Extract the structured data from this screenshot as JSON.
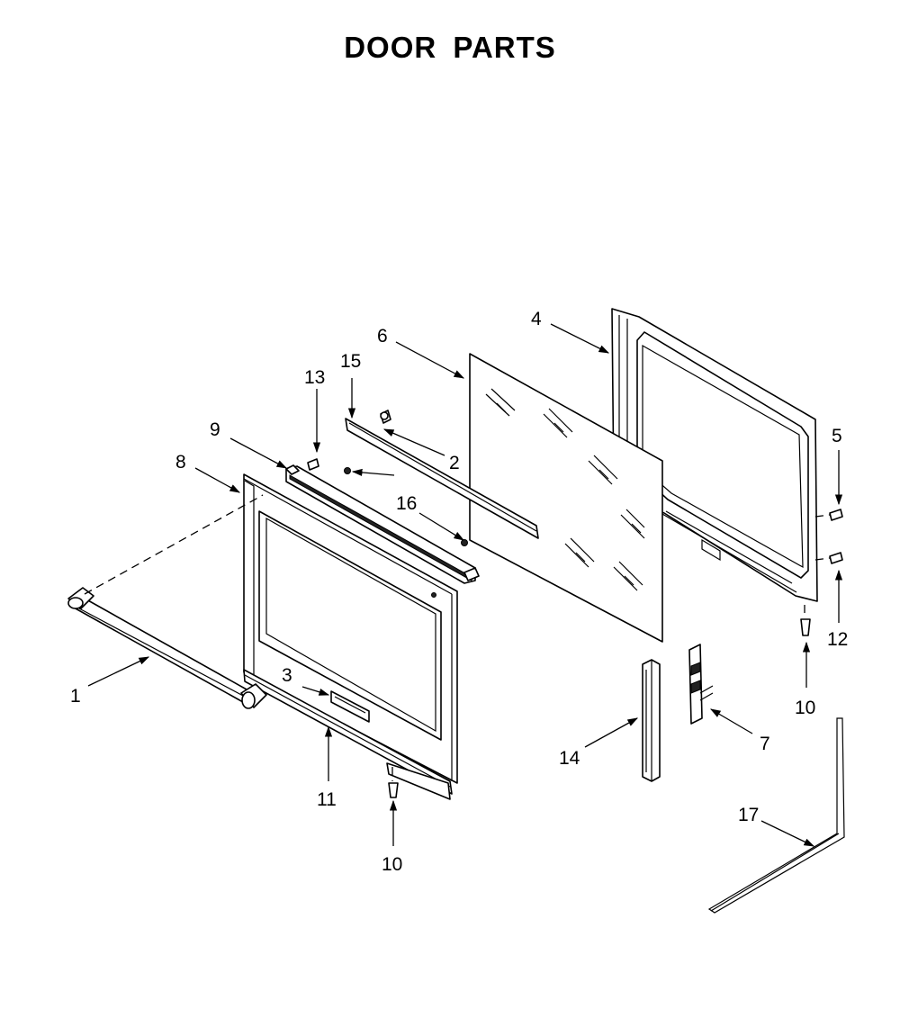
{
  "title": "DOOR PARTS",
  "callouts": {
    "c1": "1",
    "c2": "2",
    "c3": "3",
    "c4": "4",
    "c5": "5",
    "c6": "6",
    "c7": "7",
    "c8": "8",
    "c9": "9",
    "c10a": "10",
    "c10b": "10",
    "c11": "11",
    "c12": "12",
    "c13": "13",
    "c14": "14",
    "c15": "15",
    "c16": "16",
    "c17": "17"
  }
}
